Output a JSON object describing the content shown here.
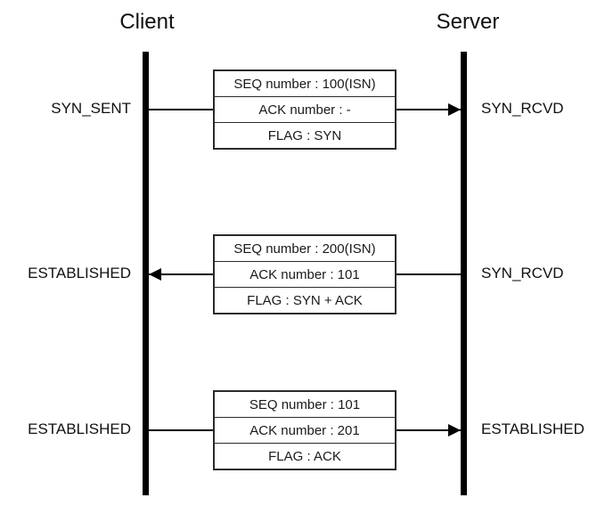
{
  "diagram": {
    "title_left": "Client",
    "title_right": "Server",
    "exchanges": [
      {
        "left_state": "SYN_SENT",
        "right_state": "SYN_RCVD",
        "direction": "right",
        "rows": [
          "SEQ number : 100(ISN)",
          "ACK number : -",
          "FLAG : SYN"
        ]
      },
      {
        "left_state": "ESTABLISHED",
        "right_state": "SYN_RCVD",
        "direction": "left",
        "rows": [
          "SEQ number : 200(ISN)",
          "ACK number : 101",
          "FLAG : SYN + ACK"
        ]
      },
      {
        "left_state": "ESTABLISHED",
        "right_state": "ESTABLISHED",
        "direction": "right",
        "rows": [
          "SEQ number : 101",
          "ACK number : 201",
          "FLAG : ACK"
        ]
      }
    ],
    "colors": {
      "line": "#000000",
      "box_border": "#2b2b2b",
      "text": "#111111",
      "background": "#ffffff"
    }
  }
}
